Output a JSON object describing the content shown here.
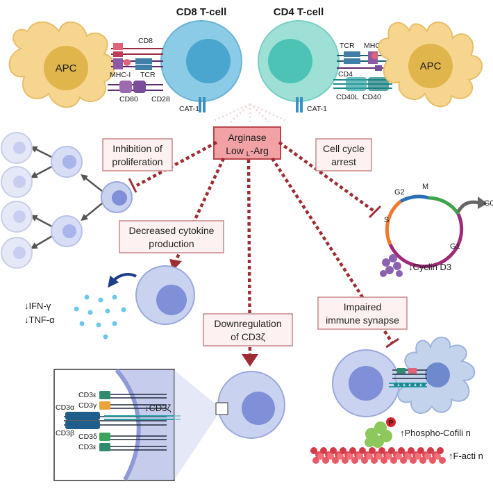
{
  "top": {
    "apc_left": "APC",
    "apc_right": "APC",
    "cd8_title": "CD8 T-cell",
    "cd4_title": "CD4 T-cell",
    "left_receptors": {
      "cd8": "CD8",
      "mhc1": "MHC-I",
      "tcr": "TCR",
      "cd80": "CD80",
      "cd28": "CD28"
    },
    "right_receptors": {
      "tcr": "TCR",
      "mhc2": "MHC-II",
      "cd4": "CD4",
      "cd40l": "CD40L",
      "cd40": "CD40"
    },
    "cat1_left": "CAT-1",
    "cat1_right": "CAT-1"
  },
  "center": {
    "line1": "Arginase",
    "line2_low": "Low ",
    "line2_sub": "L",
    "line2_arg": "-Arg"
  },
  "effects": {
    "inhibition": [
      "Inhibition of",
      "proliferation"
    ],
    "cell_cycle": [
      "Cell cycle",
      "arrest"
    ],
    "cytokine": [
      "Decreased cytokine",
      "production"
    ],
    "downregulation": [
      "Downregulation",
      "of CD3ζ"
    ],
    "synapse": [
      "Impaired",
      "immune synapse"
    ]
  },
  "cytokines": {
    "ifn": "↓IFN-γ",
    "tnf": "↓TNF-α"
  },
  "cell_cycle_diagram": {
    "g2": "G2",
    "m": "M",
    "g0": "G0",
    "s": "S",
    "g1": "G1",
    "cyclin": "↓Cyclin D3"
  },
  "inset": {
    "cd3e_top": "CD3ε",
    "cd3g": "CD3γ",
    "cd3a": "CD3α",
    "cd3b": "CD3β",
    "cd3d": "CD3δ",
    "cd3e_bottom": "CD3ε",
    "cd3z": "↓CD3ζ"
  },
  "synapse_results": {
    "phospho": "↑Phospho-Cofili n",
    "factin": "↑F-acti n",
    "p_badge": "P"
  },
  "colors": {
    "apc": "#f6d58e",
    "apc_nucleus": "#e0b54c",
    "cd8_cell": "#8ccbe6",
    "cd8_nucleus": "#4aa6cf",
    "cd4_cell": "#9ee0d6",
    "cd4_nucleus": "#4cc3b5",
    "tcell_small": "#c9d2ef",
    "tcell_nucleus": "#7f8fd8",
    "arrow": "#9d2d33",
    "center_box": "#f2a2a5"
  }
}
